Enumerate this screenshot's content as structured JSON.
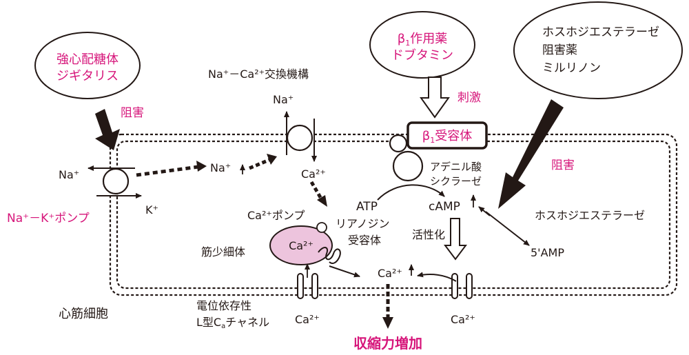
{
  "colors": {
    "ink": "#231815",
    "accent": "#d6157a",
    "sr_fill": "#edc4dd"
  },
  "drugs": {
    "digitalis_line1": "強心配糖体",
    "digitalis_line2": "ジギタリス",
    "dobutamine_line1": "β",
    "dobutamine_line1_sub": "1",
    "dobutamine_line1_rest": "作用薬",
    "dobutamine_line2": "ドブタミン",
    "milrinone_line1": "ホスホジエステラーゼ",
    "milrinone_line2": "阻害薬",
    "milrinone_line3": "ミルリノン"
  },
  "actions": {
    "inhibit_left": "阻害",
    "stimulate": "刺激",
    "inhibit_right": "阻害"
  },
  "labels": {
    "na_ca_exchanger": "Na⁺－Ca²⁺交換機構",
    "na_top": "Na⁺",
    "beta1_receptor_beta": "β",
    "beta1_receptor_sub": "1",
    "beta1_receptor_rest": "受容体",
    "adenylate_cyclase_line1": "アデニル酸",
    "adenylate_cyclase_line2": "シクラーゼ",
    "na_left": "Na⁺",
    "na_mid": "Na⁺",
    "ca_exchanger": "Ca²⁺",
    "atp": "ATP",
    "camp": "cAMP",
    "na_k_pump": "Na⁺－K⁺ポンプ",
    "k_plus": "K⁺",
    "ca_pump": "Ca²⁺ポンプ",
    "ryanodine_line1": "リアノジン",
    "ryanodine_line2": "受容体",
    "pde": "ホスホジエステラーゼ",
    "activation": "活性化",
    "sr": "筋少細体",
    "sr_ca": "Ca²⁺",
    "five_amp": "5'AMP",
    "ca_center": "Ca²⁺",
    "cardiomyocyte": "心筋細胞",
    "l_type_line1": "電位依存性",
    "l_type_line2": "L型C",
    "l_type_sub": "a",
    "l_type_rest": "チャネル",
    "ca_channel_left": "Ca²⁺",
    "ca_channel_right": "Ca²⁺",
    "result": "収縮力増加"
  }
}
